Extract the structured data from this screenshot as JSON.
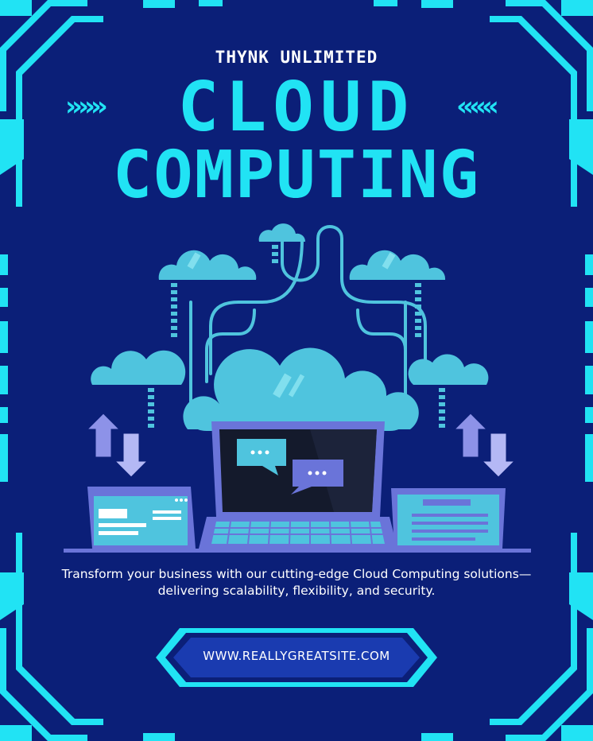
{
  "poster": {
    "brand": "THYNK UNLIMITED",
    "title_line1": "CLOUD",
    "title_line2": "COMPUTING",
    "chevrons_left": "»»»",
    "chevrons_right": "«««",
    "description": "Transform your business with our cutting-edge Cloud Computing solutions—delivering scalability, flexibility, and security.",
    "website": "WWW.REALLYGREATSITE.COM",
    "chat_dots": "•••"
  },
  "colors": {
    "background": "#0b1f78",
    "accent": "#21e3f4",
    "cloud": "#4fc4de",
    "device": "#6a74d9",
    "text": "#ffffff"
  },
  "icons": [
    "cloud-icon",
    "laptop-icon",
    "browser-window-icon",
    "document-window-icon",
    "upload-download-arrows-icon",
    "chat-bubble-icon"
  ]
}
